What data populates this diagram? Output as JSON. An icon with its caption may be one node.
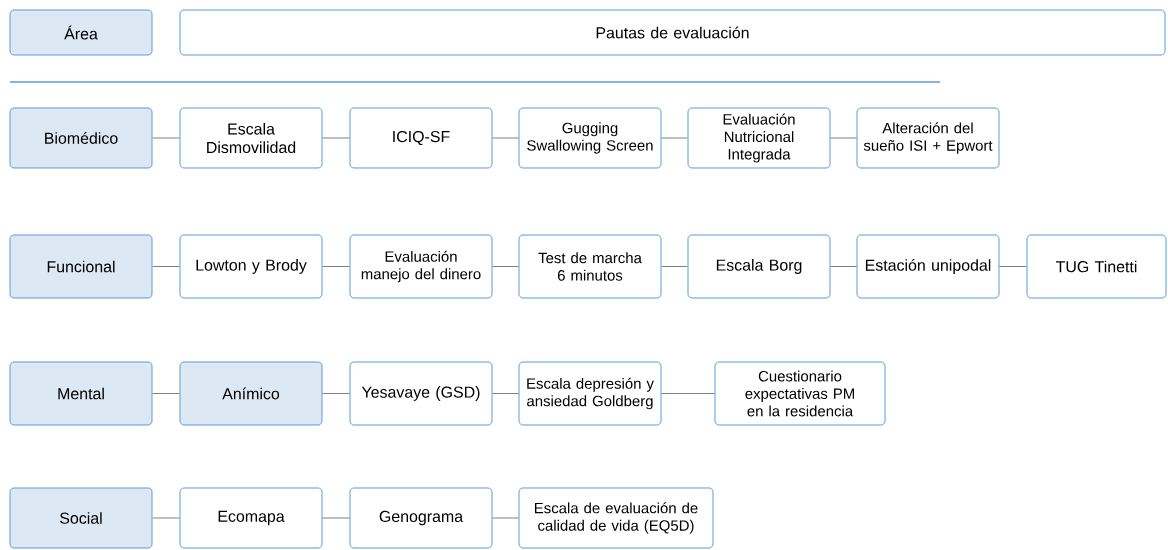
{
  "diagram": {
    "nodes": [
      {
        "text": [
          "Área"
        ]
      },
      {
        "text": [
          "Pautas de evaluación"
        ]
      },
      {
        "text": [
          "Biomédico"
        ]
      },
      {
        "text": [
          "Escala Dismovilidad"
        ]
      },
      {
        "text": [
          "ICIQ-SF"
        ]
      },
      {
        "text": [
          "Gugging Swallowing Screen"
        ]
      },
      {
        "text": [
          "Evaluación Nutricional Integrada"
        ]
      },
      {
        "text": [
          "Alteración del sueño ISI + Epwort"
        ]
      },
      {
        "text": [
          "Funcional"
        ]
      },
      {
        "text": [
          "Lowton y Brody"
        ]
      },
      {
        "text": [
          "Evaluación manejo del dinero"
        ]
      },
      {
        "text": [
          "Test de marcha 6 minutos"
        ]
      },
      {
        "text": [
          "Escala Borg"
        ]
      },
      {
        "text": [
          "Estación unipodal"
        ]
      },
      {
        "text": [
          "TUG Tinetti"
        ]
      },
      {
        "text": [
          "Mental"
        ]
      },
      {
        "text": [
          "Anímico"
        ]
      },
      {
        "text": [
          "Yesavaye (GSD)"
        ]
      },
      {
        "text": [
          "Escala depresión y ansiedad Goldberg"
        ]
      },
      {
        "text": [
          "Cuestionario expectativas PM en la residencia"
        ]
      },
      {
        "text": [
          "Social"
        ]
      },
      {
        "text": [
          "Ecomapa"
        ]
      },
      {
        "text": [
          "Genograma"
        ]
      },
      {
        "text": [
          "Escala de evaluación de calidad de vida (EQ5D)"
        ]
      }
    ],
    "edges": [
      {
        "from": 2,
        "to": 3,
        "arrow": "none"
      },
      {
        "from": 3,
        "to": 4,
        "arrow": "none"
      },
      {
        "from": 4,
        "to": 5,
        "arrow": "none"
      },
      {
        "from": 5,
        "to": 6,
        "arrow": "none"
      },
      {
        "from": 6,
        "to": 7,
        "arrow": "none"
      },
      {
        "from": 8,
        "to": 9,
        "arrow": "none"
      },
      {
        "from": 9,
        "to": 10,
        "arrow": "none"
      },
      {
        "from": 10,
        "to": 11,
        "arrow": "none"
      },
      {
        "from": 11,
        "to": 12,
        "arrow": "none"
      },
      {
        "from": 12,
        "to": 13,
        "arrow": "none"
      },
      {
        "from": 13,
        "to": 14,
        "arrow": "none"
      },
      {
        "from": 15,
        "to": 16,
        "arrow": "none"
      },
      {
        "from": 16,
        "to": 17,
        "arrow": "none"
      },
      {
        "from": 17,
        "to": 18,
        "arrow": "none"
      },
      {
        "from": 18,
        "to": 19,
        "arrow": "none"
      },
      {
        "from": 20,
        "to": 21,
        "arrow": "none"
      },
      {
        "from": 21,
        "to": 22,
        "arrow": "none"
      },
      {
        "from": 22,
        "to": 23,
        "arrow": "none"
      }
    ]
  }
}
